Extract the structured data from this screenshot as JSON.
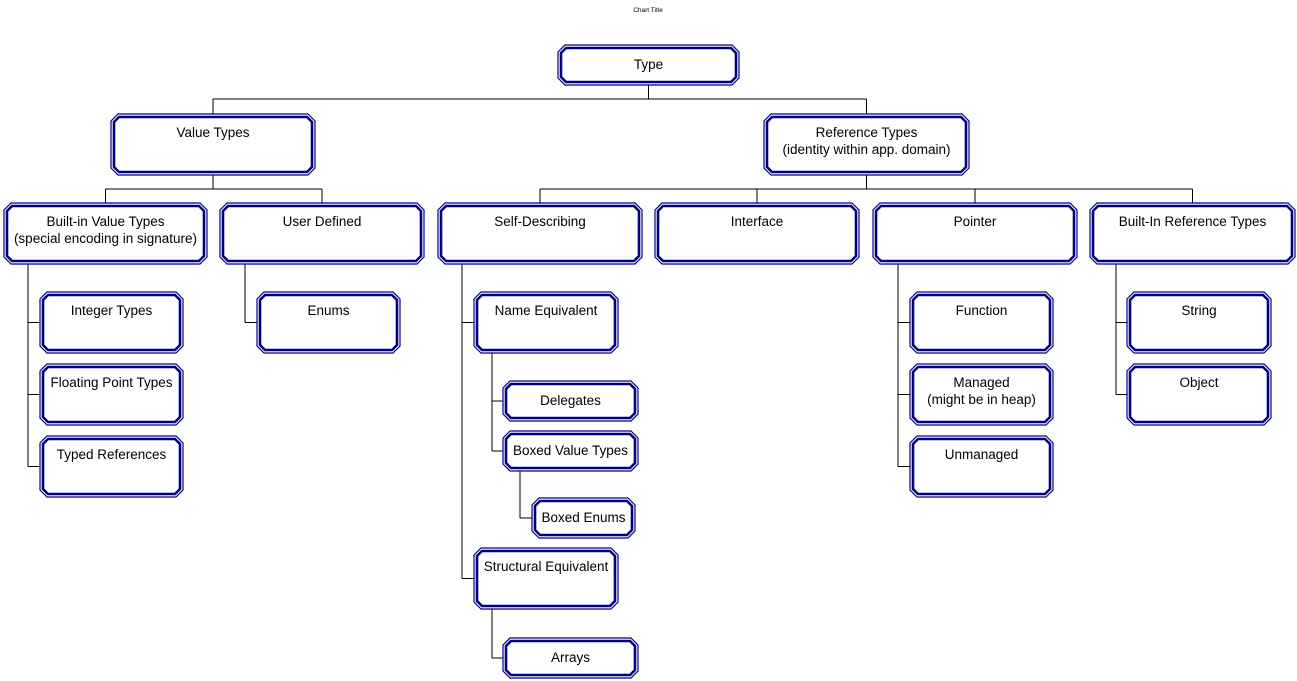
{
  "chart_title": "Chart Title",
  "colors": {
    "box_border": "#000080",
    "connector": "#000000",
    "background": "#ffffff"
  },
  "nodes": {
    "type": [
      "Type"
    ],
    "value_types": [
      "Value Types"
    ],
    "reference_types": [
      "Reference Types",
      "(identity within app. domain)"
    ],
    "builtin_value_types": [
      "Built-in Value Types",
      "(special encoding in signature)"
    ],
    "user_defined": [
      "User Defined"
    ],
    "self_describing": [
      "Self-Describing"
    ],
    "interface": [
      "Interface"
    ],
    "pointer": [
      "Pointer"
    ],
    "builtin_reference_types": [
      "Built-In Reference Types"
    ],
    "integer_types": [
      "Integer Types"
    ],
    "floating_point_types": [
      "Floating Point Types"
    ],
    "typed_references": [
      "Typed References"
    ],
    "enums": [
      "Enums"
    ],
    "name_equivalent": [
      "Name Equivalent"
    ],
    "delegates": [
      "Delegates"
    ],
    "boxed_value_types": [
      "Boxed Value Types"
    ],
    "boxed_enums": [
      "Boxed Enums"
    ],
    "structural_equivalent": [
      "Structural Equivalent"
    ],
    "arrays": [
      "Arrays"
    ],
    "function": [
      "Function"
    ],
    "managed": [
      "Managed",
      "(might be in heap)"
    ],
    "unmanaged": [
      "Unmanaged"
    ],
    "string": [
      "String"
    ],
    "object": [
      "Object"
    ]
  }
}
